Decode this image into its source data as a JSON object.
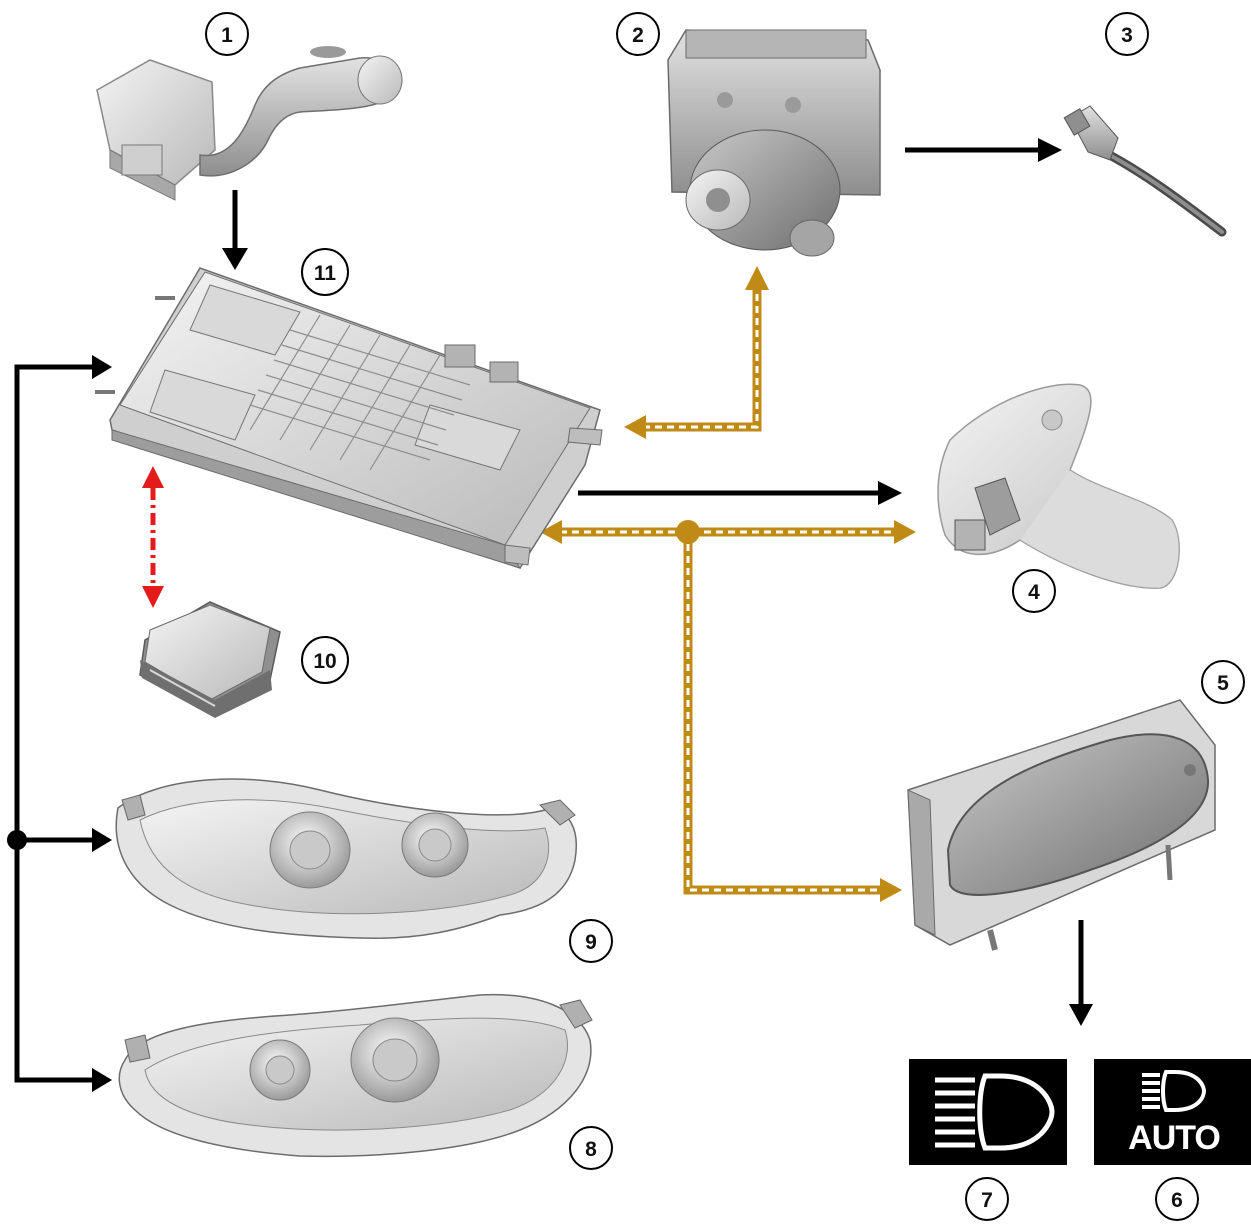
{
  "callouts": [
    "1",
    "2",
    "3",
    "4",
    "5",
    "6",
    "7",
    "8",
    "9",
    "10",
    "11"
  ],
  "icon_auto_text": "AUTO",
  "colors": {
    "hardwired": "#000000",
    "can_bus": "#c08a16",
    "lin_bus": "#e31b1b",
    "icon_background": "#000000"
  },
  "components": [
    "multifunction-switch",
    "abs-module",
    "speed-sensor",
    "rain-light-sensor",
    "instrument-cluster",
    "auto-headlamp-warning-icon",
    "headlamp-main-beam-icon",
    "headlamp-left",
    "headlamp-right",
    "lighting-module",
    "central-junction-box"
  ]
}
